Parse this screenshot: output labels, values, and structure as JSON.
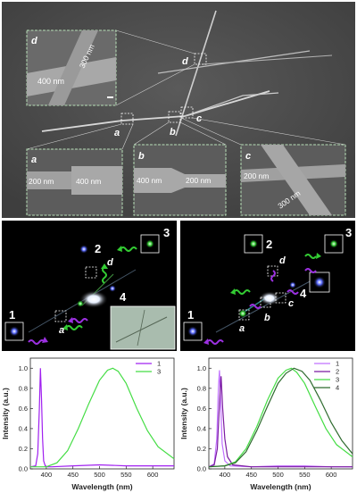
{
  "sem": {
    "inset_d": {
      "letter": "d",
      "w1": "400 nm",
      "w2": "300 nm"
    },
    "inset_a": {
      "letter": "a",
      "w1": "200 nm",
      "w2": "400 nm"
    },
    "inset_b": {
      "letter": "b",
      "w1": "400 nm",
      "w2": "200 nm"
    },
    "inset_c": {
      "letter": "c",
      "w1": "200 nm",
      "w2": "300 nm"
    },
    "main_labels": {
      "a": "a",
      "b": "b",
      "c": "c",
      "d": "d"
    }
  },
  "fluor_left": {
    "labels": {
      "n1": "1",
      "n2": "2",
      "n3": "3",
      "n4": "4",
      "a": "a",
      "d": "d"
    }
  },
  "fluor_right": {
    "labels": {
      "n1": "1",
      "n2": "2",
      "n3": "3",
      "n4": "4",
      "a": "a",
      "b": "b",
      "c": "c",
      "d": "d"
    }
  },
  "colors": {
    "violet": "#9b30e0",
    "green": "#33cc33",
    "darkgreen": "#2f6b2f"
  },
  "chart_data": [
    {
      "type": "line",
      "xlabel": "Wavelength (nm)",
      "ylabel": "Intensity (a.u.)",
      "xlim": [
        370,
        640
      ],
      "ylim": [
        0,
        1.1
      ],
      "xticks": [
        400,
        450,
        500,
        550,
        600
      ],
      "yticks": [
        0.0,
        0.2,
        0.4,
        0.6,
        0.8,
        1.0
      ],
      "legend": "top-right",
      "series": [
        {
          "name": "1",
          "color": "#a020f0",
          "x": [
            370,
            380,
            384,
            387,
            389,
            391,
            393,
            395,
            398,
            402,
            410,
            450,
            500,
            550,
            600,
            640
          ],
          "y": [
            0.02,
            0.03,
            0.15,
            0.6,
            1.0,
            0.7,
            0.3,
            0.08,
            0.03,
            0.02,
            0.02,
            0.03,
            0.04,
            0.03,
            0.03,
            0.03
          ]
        },
        {
          "name": "3",
          "color": "#44dd44",
          "x": [
            370,
            400,
            420,
            440,
            460,
            480,
            500,
            515,
            525,
            535,
            550,
            570,
            590,
            610,
            640
          ],
          "y": [
            0.02,
            0.02,
            0.06,
            0.18,
            0.4,
            0.65,
            0.88,
            0.98,
            1.0,
            0.97,
            0.85,
            0.6,
            0.38,
            0.22,
            0.1
          ]
        }
      ]
    },
    {
      "type": "line",
      "xlabel": "Wavelength (nm)",
      "ylabel": "Intensity (a.u.)",
      "xlim": [
        370,
        640
      ],
      "ylim": [
        0,
        1.1
      ],
      "xticks": [
        400,
        450,
        500,
        550,
        600
      ],
      "yticks": [
        0.0,
        0.2,
        0.4,
        0.6,
        0.8,
        1.0
      ],
      "legend": "top-right",
      "series": [
        {
          "name": "1",
          "color": "#c070ff",
          "x": [
            370,
            380,
            385,
            388,
            390,
            392,
            395,
            400,
            410,
            450,
            500,
            550,
            600,
            640
          ],
          "y": [
            0.02,
            0.05,
            0.3,
            0.8,
            0.98,
            0.7,
            0.25,
            0.08,
            0.03,
            0.02,
            0.03,
            0.03,
            0.02,
            0.02
          ]
        },
        {
          "name": "2",
          "color": "#7a1aa0",
          "x": [
            370,
            380,
            386,
            390,
            393,
            396,
            400,
            405,
            415,
            450,
            500,
            550,
            600,
            640
          ],
          "y": [
            0.02,
            0.04,
            0.2,
            0.65,
            0.92,
            0.6,
            0.3,
            0.12,
            0.04,
            0.02,
            0.02,
            0.02,
            0.02,
            0.02
          ]
        },
        {
          "name": "3",
          "color": "#44dd44",
          "x": [
            370,
            400,
            420,
            440,
            460,
            480,
            500,
            515,
            525,
            535,
            550,
            570,
            590,
            610,
            640
          ],
          "y": [
            0.02,
            0.03,
            0.07,
            0.2,
            0.42,
            0.68,
            0.9,
            0.98,
            1.0,
            0.96,
            0.85,
            0.62,
            0.4,
            0.24,
            0.12
          ]
        },
        {
          "name": "4",
          "color": "#2f6b2f",
          "x": [
            370,
            400,
            420,
            440,
            460,
            480,
            500,
            515,
            530,
            545,
            560,
            580,
            600,
            620,
            640
          ],
          "y": [
            0.02,
            0.03,
            0.06,
            0.17,
            0.38,
            0.62,
            0.85,
            0.95,
            1.0,
            0.97,
            0.88,
            0.68,
            0.46,
            0.28,
            0.15
          ]
        }
      ]
    }
  ]
}
